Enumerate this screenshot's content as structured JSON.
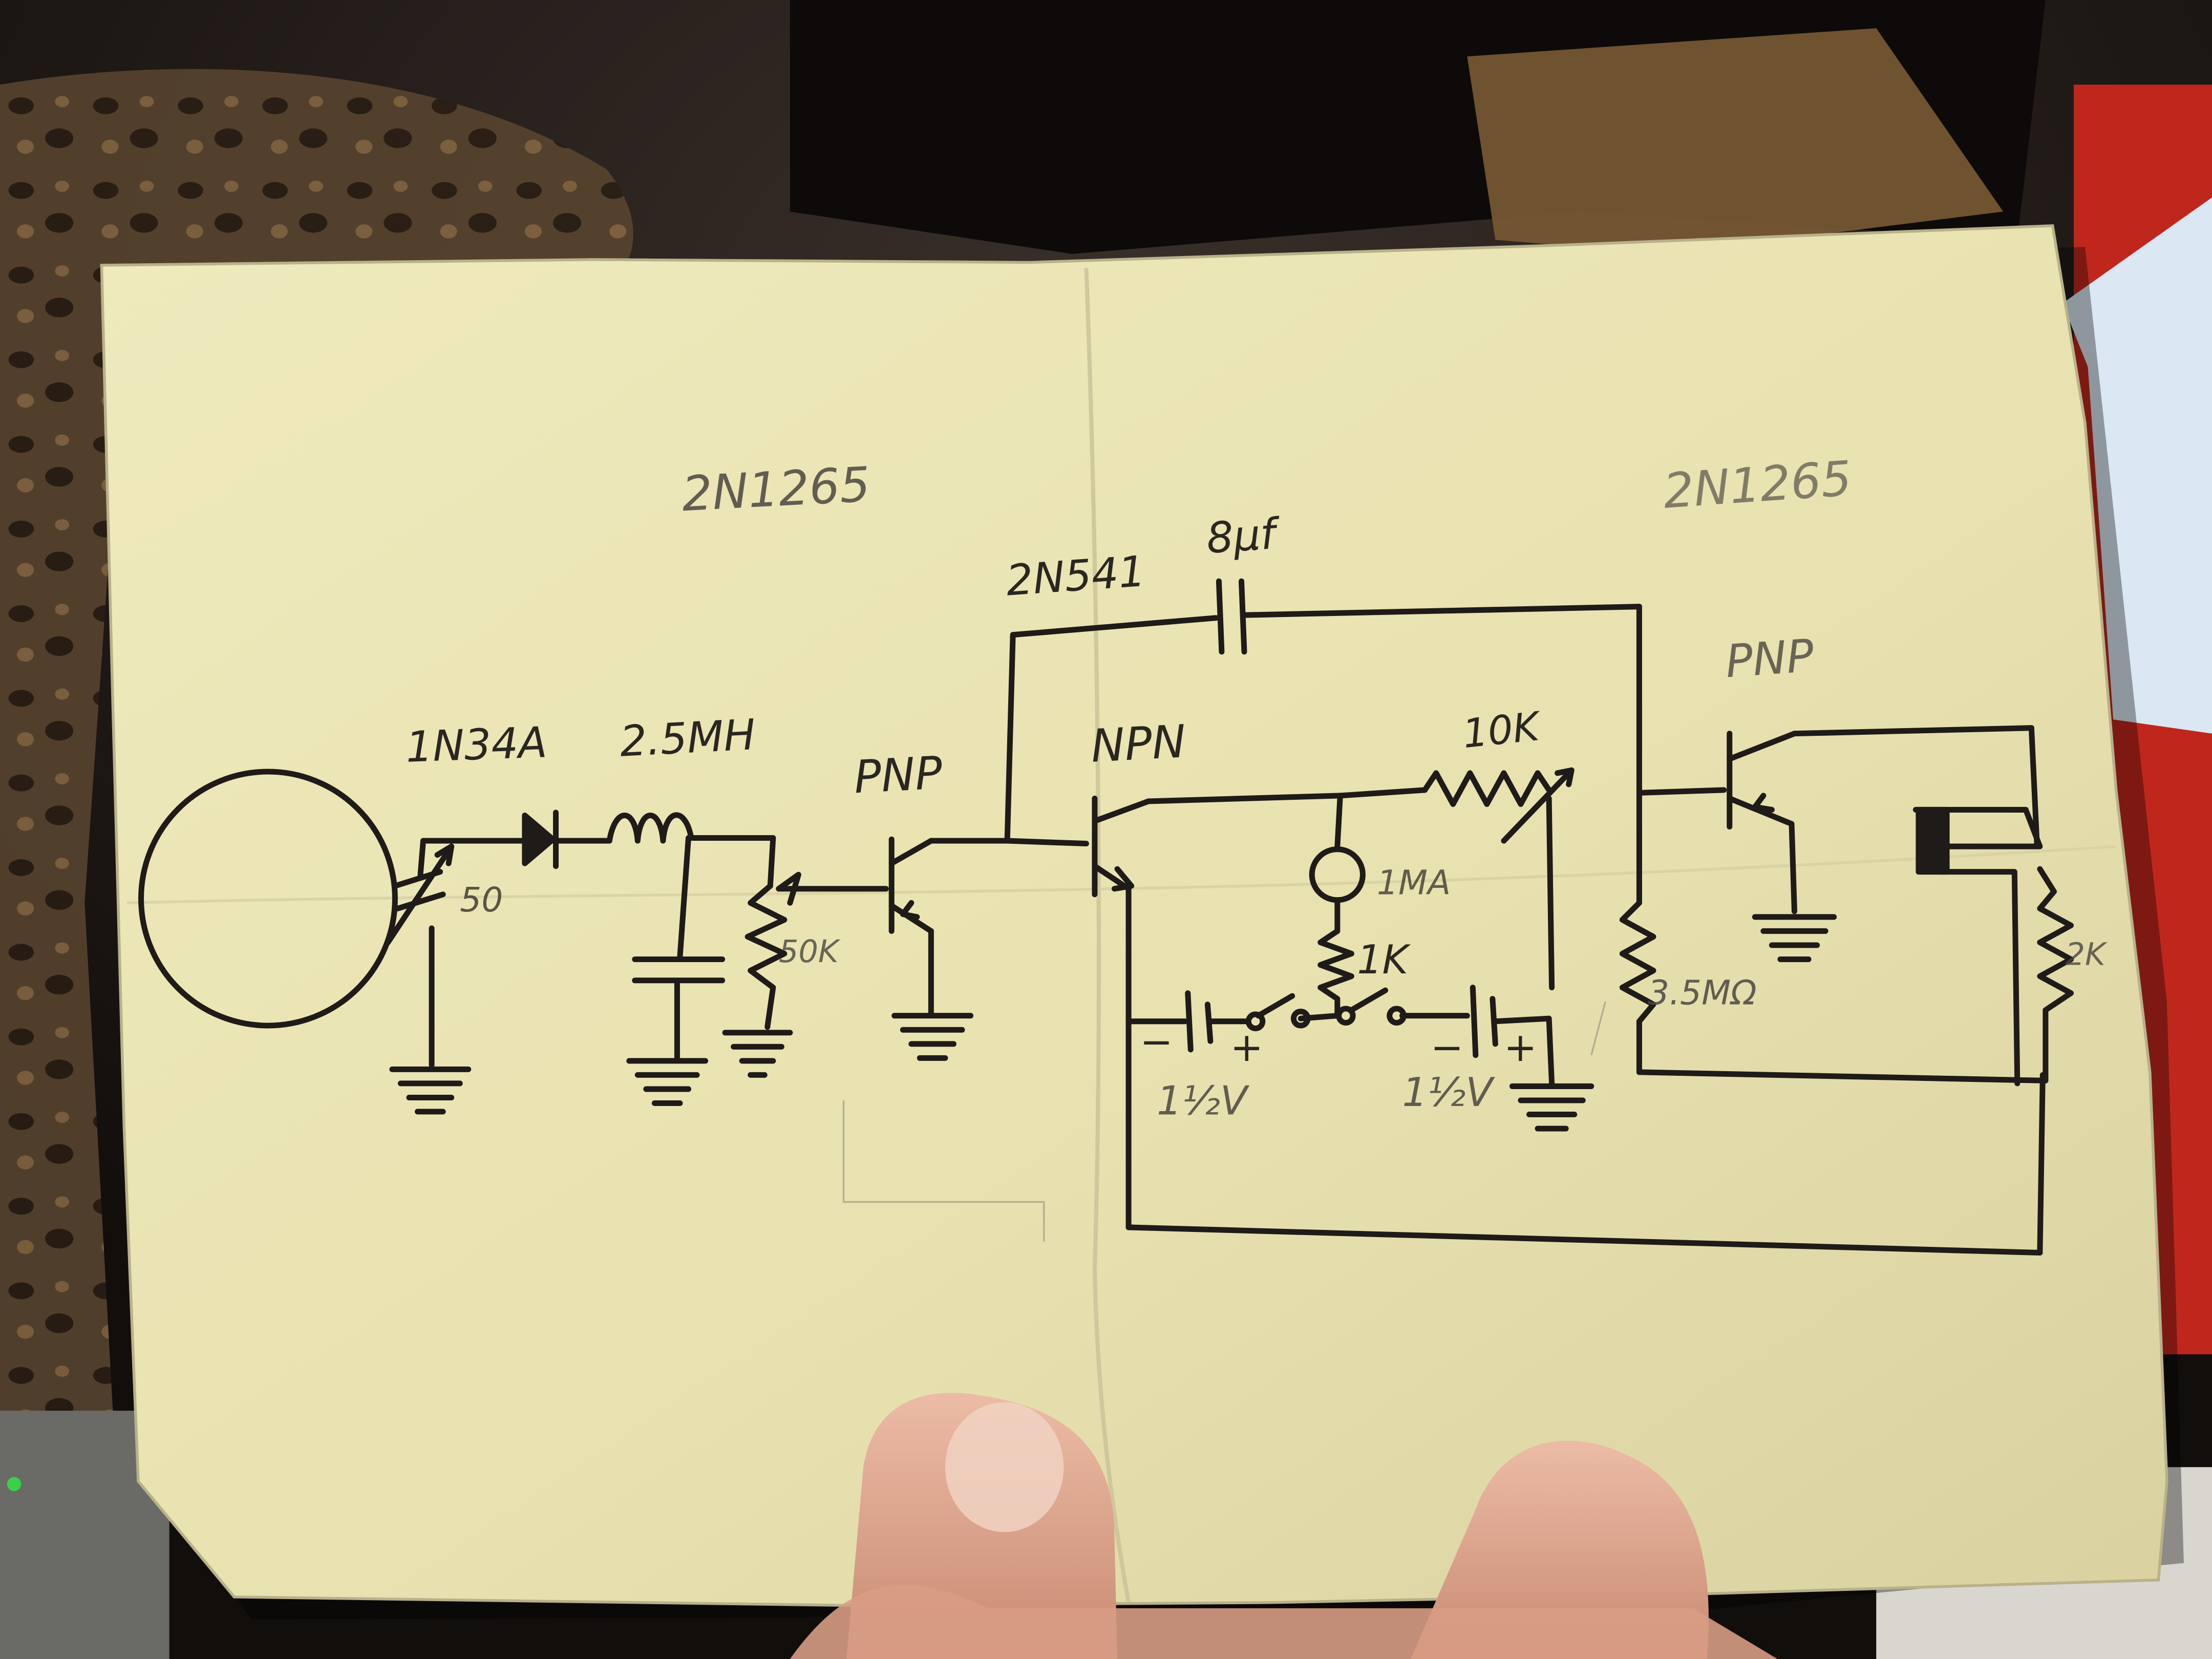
{
  "photo": {
    "subject": "hand-drawn-schematic-on-paper",
    "colors": {
      "paper": "#eae5b6",
      "paper_shadow": "#cfc89a",
      "ink": "#1e1b18",
      "pencil": "#4a4640",
      "background": "#1a1512",
      "monitor_blue": "#dbe8f3",
      "monitor_red": "#c0271c",
      "skin": "#e3b09a"
    }
  },
  "schematic": {
    "pencil_labels": {
      "q1_part": "2N1265",
      "q3_part": "2N1265"
    },
    "ink_labels": {
      "diode": "1N34A",
      "inductor": "2.5MH",
      "tuning_cap": "50",
      "q1_type": "PNP",
      "pot": "50K",
      "q2_part": "2N541",
      "coupling_cap": "8µf",
      "q2_type": "NPN",
      "resistor_10k": "10K",
      "meter": "1MA",
      "resistor_1k": "1K",
      "battery_left": "1½V",
      "battery_right": "1½V",
      "q3_type": "PNP",
      "resistor_3_5m": "3.5MΩ",
      "resistor_right": "2K"
    },
    "battery_symbols": {
      "left_minus": "−",
      "left_plus": "+",
      "right_minus": "−",
      "right_plus": "+"
    }
  }
}
